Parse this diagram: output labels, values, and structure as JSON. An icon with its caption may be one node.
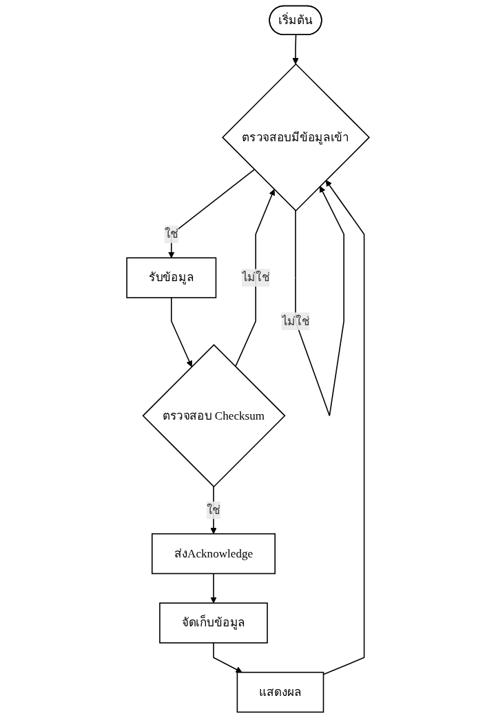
{
  "diagram": {
    "nodes": [
      {
        "text": [
          "เริ่มต้น"
        ]
      },
      {
        "text": [
          "ตรวจสอบมีข้อมูลเข้า"
        ]
      },
      {
        "text": [
          "รับข้อมูล"
        ]
      },
      {
        "text": [
          "ตรวจสอบ Checksum"
        ]
      },
      {
        "text": [
          "ส่งAcknowledge"
        ]
      },
      {
        "text": [
          "จัดเก็บข้อมูล"
        ]
      },
      {
        "text": [
          "แสดงผล"
        ]
      }
    ],
    "edges": [
      {
        "from": 0,
        "to": 1,
        "arrow": "to"
      },
      {
        "from": 1,
        "to": 2,
        "label": "ใช่",
        "arrow": "to"
      },
      {
        "from": 1,
        "to": 1,
        "label": "ไม่ใช่",
        "arrow": "to"
      },
      {
        "from": 2,
        "to": 3,
        "arrow": "to"
      },
      {
        "from": 3,
        "to": 4,
        "label": "ใช่",
        "arrow": "to"
      },
      {
        "from": 3,
        "to": 1,
        "label": "ไม่ใช่",
        "arrow": "to"
      },
      {
        "from": 4,
        "to": 5,
        "arrow": "to"
      },
      {
        "from": 5,
        "to": 6,
        "arrow": "to"
      },
      {
        "from": 6,
        "to": 1,
        "arrow": "to"
      }
    ]
  }
}
